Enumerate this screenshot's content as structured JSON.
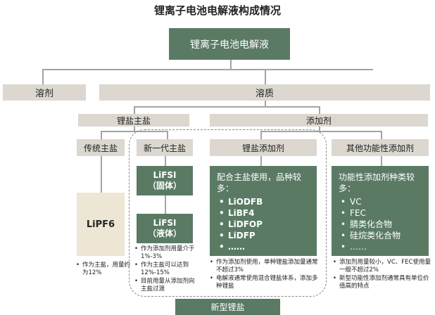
{
  "title": "锂离子电池电解液构成情况",
  "root": "锂离子电池电解液",
  "level1": {
    "solvent": "溶剂",
    "solute": "溶质"
  },
  "level2": {
    "lithium_salt": "锂盐主盐",
    "additive": "添加剂"
  },
  "level3": {
    "traditional": "传统主盐",
    "new_gen": "新一代主盐",
    "salt_additive": "锂盐添加剂",
    "other_additive": "其他功能性添加剂"
  },
  "lipf6": "LiPF6",
  "traditional_notes": [
    "作为主盐，用量约为12%"
  ],
  "lifsi_solid": {
    "name": "LiFSI",
    "state": "（固体）"
  },
  "lifsi_liquid": {
    "name": "LiFSI",
    "state": "（液体）"
  },
  "new_gen_notes": [
    "作为添加剂用量介于1%-3%",
    "作为主盐可以达到12%-15%",
    "目前用量从添加剂向主盐过渡"
  ],
  "salt_additive_box": {
    "intro": "配合主盐使用，品种较多：",
    "items": [
      "LiODFB",
      "LiBF4",
      "LiDFOP",
      "LiDFP",
      "……"
    ]
  },
  "salt_additive_notes": [
    "作为添加剂使用，单种锂盐添加量通常不超过3%",
    "电解液通常使用混合锂盐体系，添加多种锂盐"
  ],
  "other_additive_box": {
    "intro": "功能性添加剂种类较多：",
    "items": [
      "VC",
      "FEC",
      "腈类化合物",
      "硅烷类化合物",
      "……"
    ]
  },
  "other_additive_notes": [
    "添加剂用量较小，VC、FEC使用量一般不超过2%",
    "新型功能性添加剂通常具有单位价值高的特点"
  ],
  "new_salt_label": "新型锂盐"
}
